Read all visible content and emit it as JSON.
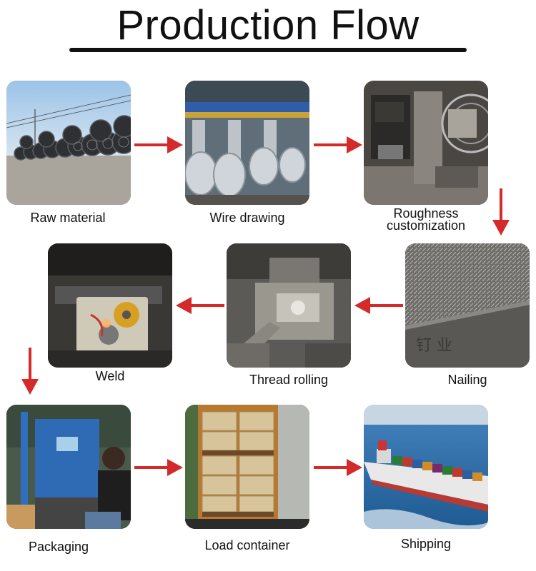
{
  "title": "Production Flow",
  "steps": [
    {
      "label": "Raw material",
      "icon": "steel-wire-coils-photo"
    },
    {
      "label": "Wire drawing",
      "icon": "wire-drawing-machine-photo"
    },
    {
      "label_lines": [
        "Roughness",
        "customization"
      ],
      "icon": "roughness-machine-photo"
    },
    {
      "label": "Nailing",
      "icon": "nail-bin-photo"
    },
    {
      "label": "Thread rolling",
      "icon": "thread-rolling-machine-photo"
    },
    {
      "label": "Weld",
      "icon": "welding-machine-photo"
    },
    {
      "label": "Packaging",
      "icon": "packaging-station-photo"
    },
    {
      "label": "Load container",
      "icon": "loaded-container-photo"
    },
    {
      "label": "Shipping",
      "icon": "container-ship-photo"
    }
  ],
  "colors": {
    "arrow": "#d42a2a",
    "title": "#111111"
  }
}
